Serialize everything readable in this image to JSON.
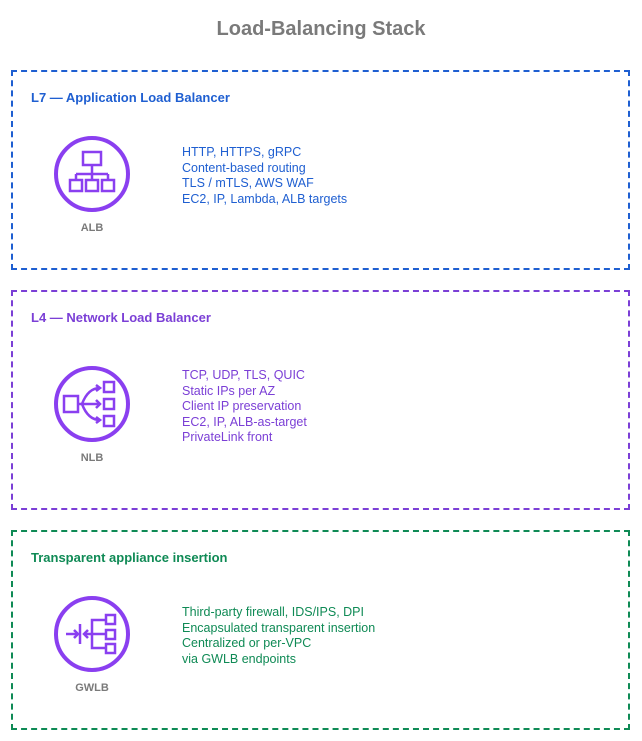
{
  "title": "Load-Balancing Stack",
  "colors": {
    "alb": "#1f5fd1",
    "nlb": "#7b3fd6",
    "gwlb": "#0f8a55",
    "icon_purple": "#8a3ff0",
    "title_gray": "#7a7a7a"
  },
  "panels": [
    {
      "label": "L7 — Application Load Balancer",
      "icon": "alb-hierarchy-icon",
      "caption": "ALB",
      "features": [
        "HTTP, HTTPS, gRPC",
        "Content-based routing",
        "TLS / mTLS, AWS WAF",
        "EC2, IP, Lambda, ALB targets"
      ]
    },
    {
      "label": "L4 — Network Load Balancer",
      "icon": "nlb-fanout-icon",
      "caption": "NLB",
      "features": [
        "TCP, UDP, TLS, QUIC",
        "Static IPs per AZ",
        "Client IP preservation",
        "EC2, IP, ALB-as-target",
        "PrivateLink front"
      ]
    },
    {
      "label": "Transparent appliance insertion",
      "icon": "gwlb-gateway-icon",
      "caption": "GWLB",
      "features": [
        "Third-party firewall, IDS/IPS, DPI",
        "Encapsulated transparent insertion",
        "Centralized or per-VPC",
        "via GWLB endpoints"
      ]
    }
  ]
}
